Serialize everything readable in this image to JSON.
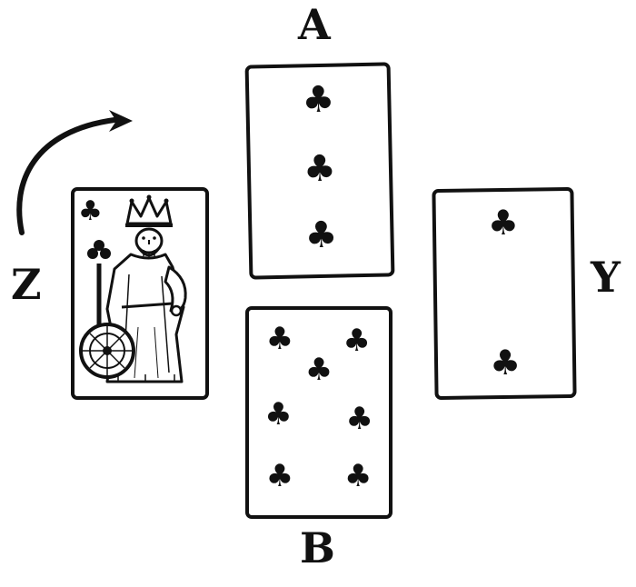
{
  "figure": {
    "labels": {
      "top": "A",
      "bottom": "B",
      "right": "Y",
      "left": "Z"
    },
    "suit_symbol": "♣",
    "cards": {
      "top": {
        "position": "A",
        "rank": "3",
        "suit": "clubs",
        "pip_count": 3
      },
      "bottom": {
        "position": "B",
        "rank": "7",
        "suit": "clubs",
        "pip_count": 7
      },
      "right": {
        "position": "Y",
        "rank": "2",
        "suit": "clubs",
        "pip_count": 2
      },
      "left": {
        "position": "Z",
        "rank": "K",
        "suit": "clubs",
        "pip_count": 0,
        "court": "king"
      }
    },
    "arrow": {
      "from": "Z",
      "toward": "A",
      "shape": "curved"
    },
    "colors": {
      "ink": "#111111",
      "paper": "#ffffff"
    }
  }
}
